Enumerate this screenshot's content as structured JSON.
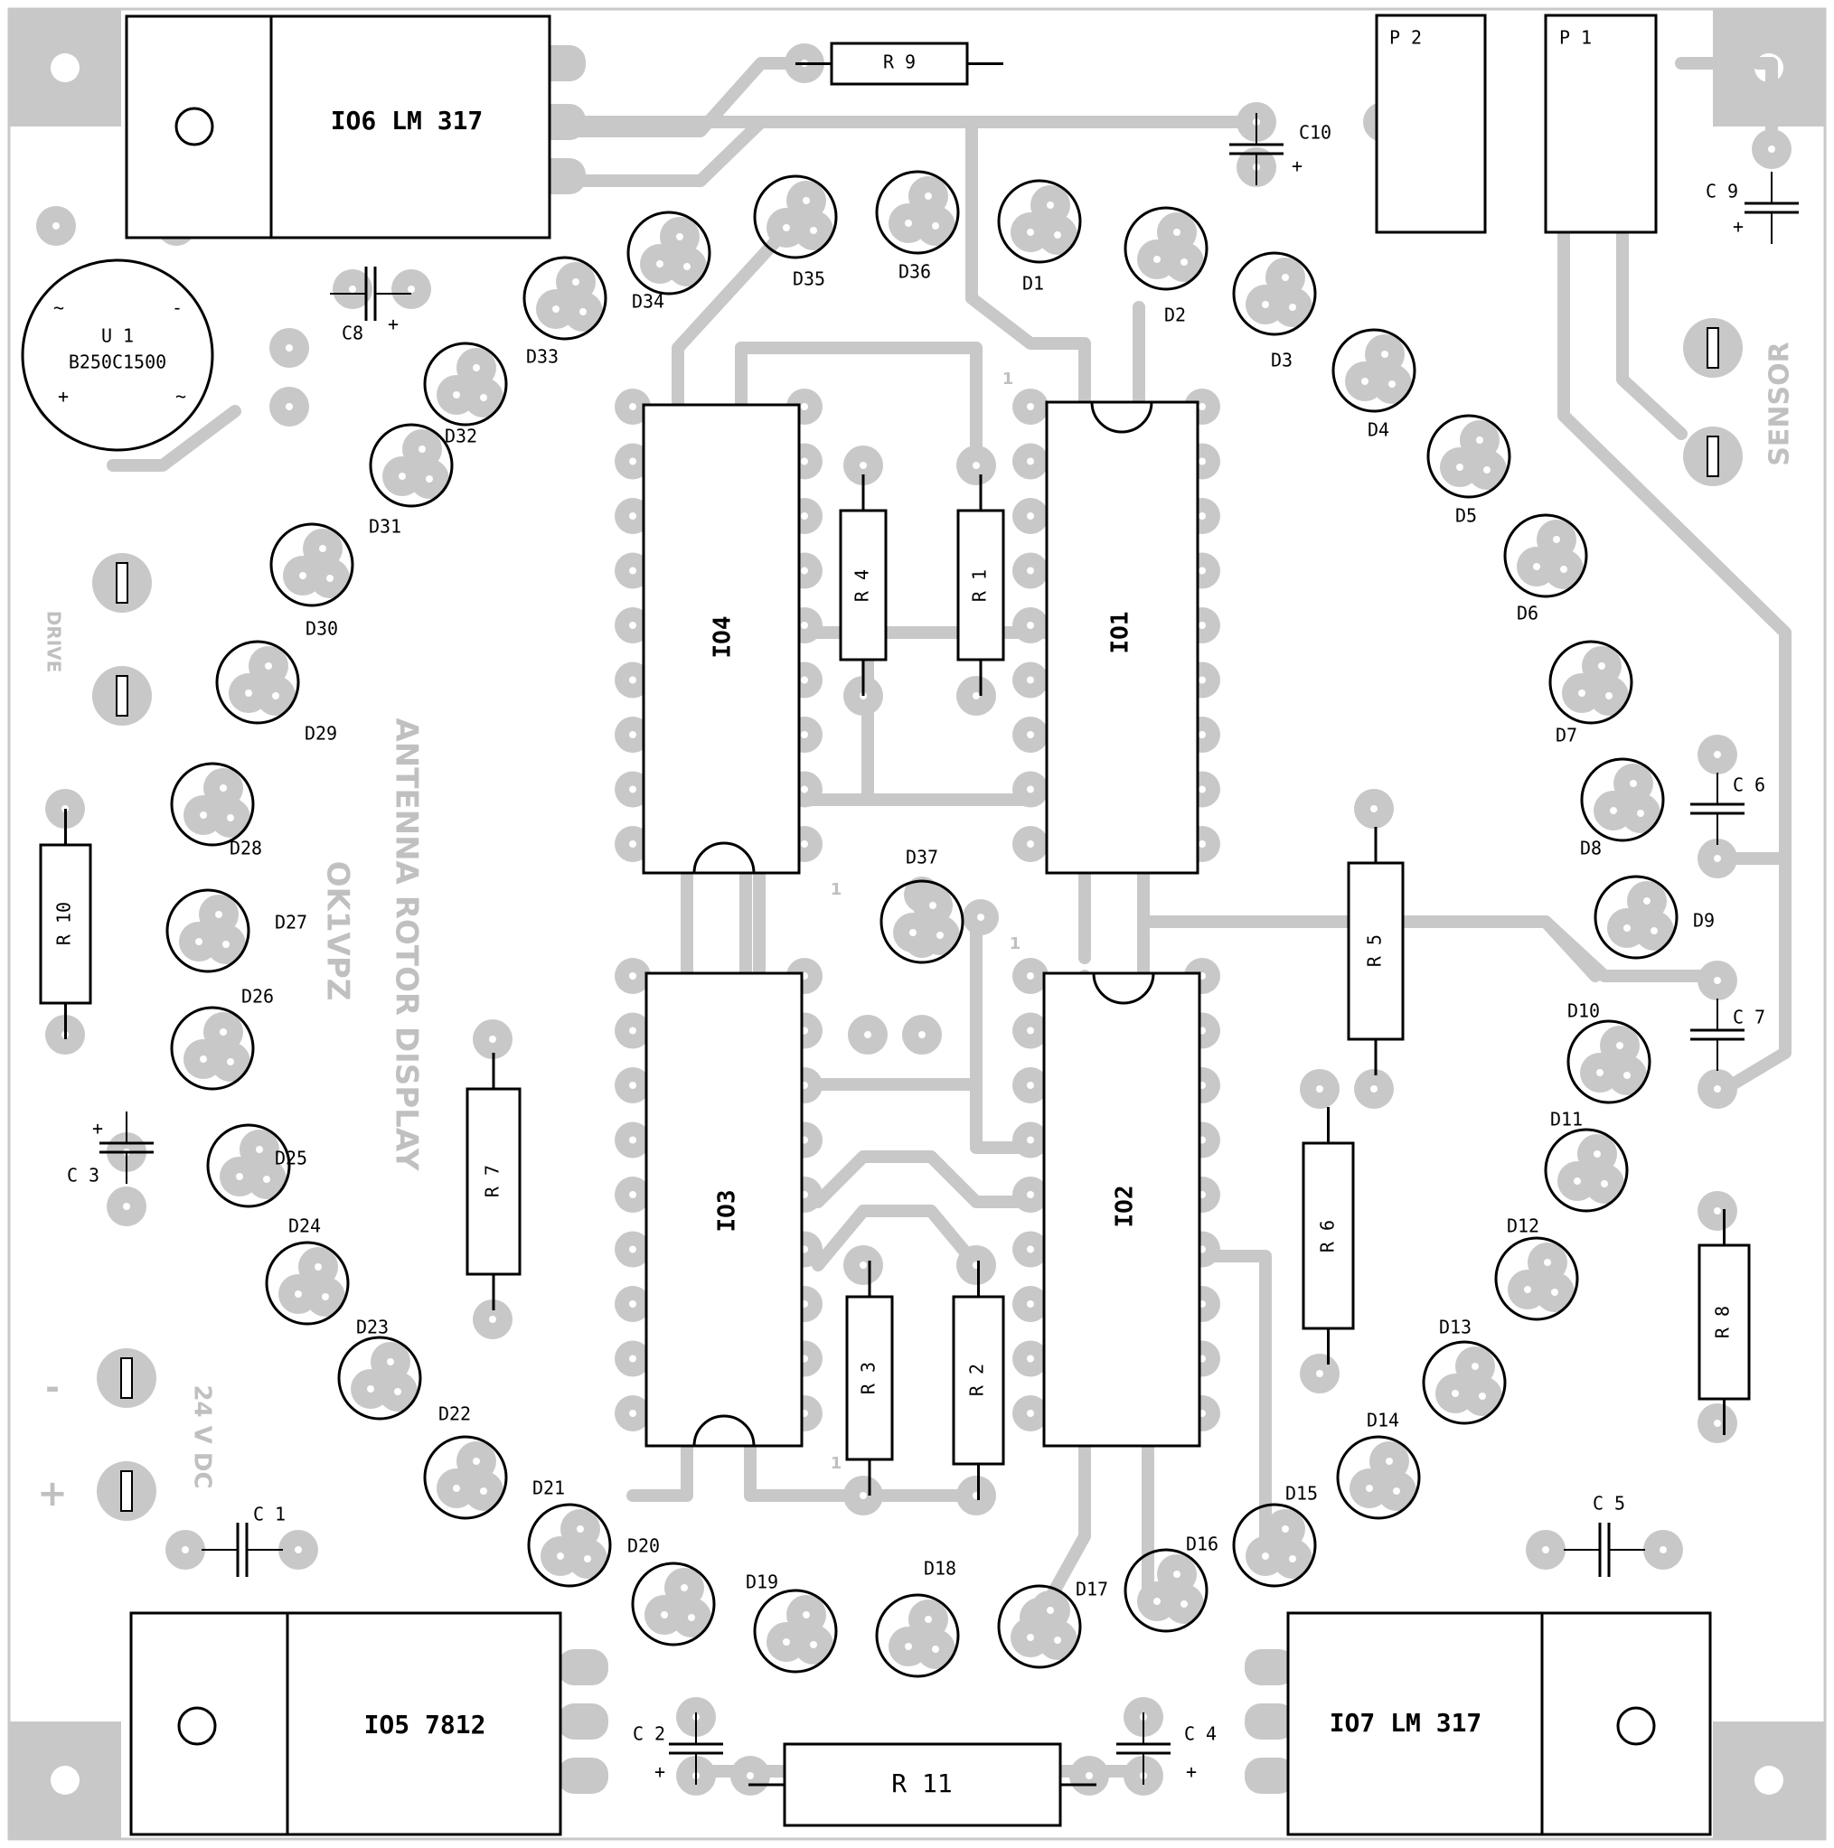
{
  "title": "ANTENNA ROTOR DISPLAY",
  "author": "OK1VPZ",
  "side_labels": {
    "sensor": "SENSOR",
    "drive": "DRIVE",
    "supply": "24 V DC",
    "minus": "-",
    "plus": "+"
  },
  "regulators": {
    "io6": "IO6 LM 317",
    "io5": "IO5  7812",
    "io7": "IO7 LM 317"
  },
  "rectifier": {
    "name": "U 1",
    "part": "B250C1500",
    "ac1": "~",
    "ac2": "~",
    "neg": "-",
    "pos": "+"
  },
  "ics": {
    "io1": "IO1",
    "io2": "IO2",
    "io3": "IO3",
    "io4": "IO4",
    "pin1": "1"
  },
  "resistors": {
    "r1": "R 1",
    "r2": "R 2",
    "r3": "R 3",
    "r4": "R 4",
    "r5": "R 5",
    "r6": "R 6",
    "r7": "R 7",
    "r8": "R 8",
    "r9": "R 9",
    "r10": "R 10",
    "r11": "R 11"
  },
  "capacitors": {
    "c1": "C 1",
    "c2": "C 2",
    "c3": "C 3",
    "c4": "C 4",
    "c5": "C 5",
    "c6": "C 6",
    "c7": "C 7",
    "c8": "C8",
    "c9": "C 9",
    "c10": "C10",
    "plus": "+"
  },
  "connectors": {
    "p1": "P 1",
    "p2": "P 2"
  },
  "leds": [
    "D1",
    "D2",
    "D3",
    "D4",
    "D5",
    "D6",
    "D7",
    "D8",
    "D9",
    "D10",
    "D11",
    "D12",
    "D13",
    "D14",
    "D15",
    "D16",
    "D17",
    "D18",
    "D19",
    "D20",
    "D21",
    "D22",
    "D23",
    "D24",
    "D25",
    "D26",
    "D27",
    "D28",
    "D29",
    "D30",
    "D31",
    "D32",
    "D33",
    "D34",
    "D35",
    "D36",
    "D37"
  ]
}
